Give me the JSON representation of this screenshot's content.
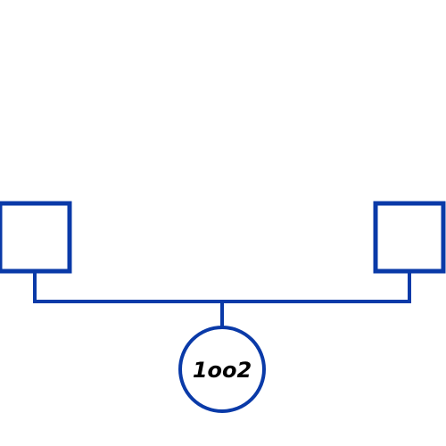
{
  "diagram": {
    "stroke_color": "#0a3aa8",
    "voting_label": "1oo2",
    "nodes": [
      {
        "id": "channel-a",
        "shape": "square",
        "label": ""
      },
      {
        "id": "channel-b",
        "shape": "square",
        "label": ""
      },
      {
        "id": "voter",
        "shape": "circle",
        "label": "1oo2"
      }
    ]
  }
}
